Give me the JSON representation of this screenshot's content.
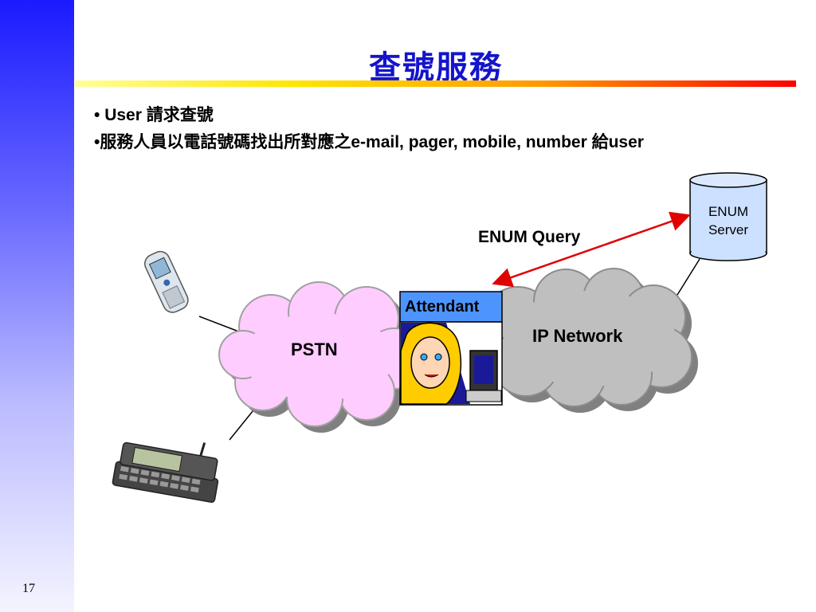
{
  "slide": {
    "title": "查號服務",
    "page_number": "17"
  },
  "bullets": [
    {
      "marker": "•",
      "text": " User 請求查號"
    },
    {
      "marker": "•",
      "text": "服務人員以電話號碼找出所對應之e-mail, pager, mobile, number 給user"
    }
  ],
  "diagram": {
    "pstn_label": "PSTN",
    "ip_network_label": "IP Network",
    "attendant_label": "Attendant",
    "enum_query_label": "ENUM Query",
    "enum_server_line1": "ENUM",
    "enum_server_line2": "Server",
    "colors": {
      "pstn_cloud": "#ffccff",
      "ip_cloud": "#bfbfbf",
      "attendant_box": "#4d94ff",
      "enum_arrow": "#e00000",
      "enum_cylinder": "#cce0ff"
    }
  }
}
